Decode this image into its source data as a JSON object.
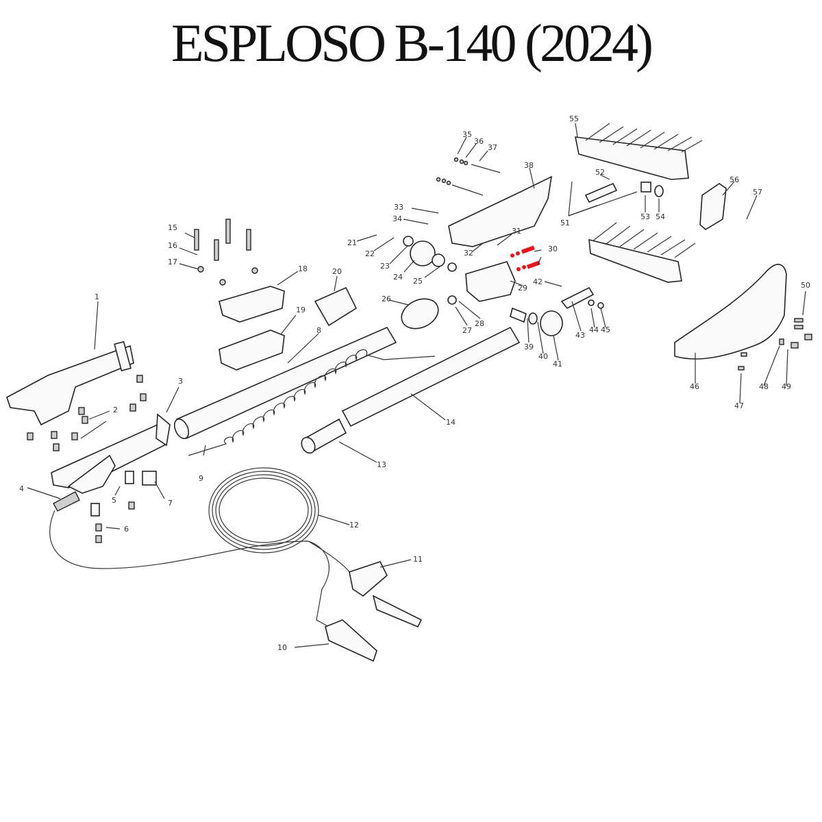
{
  "title": "ESPLOSO B-140 (2024)",
  "highlight_color": "#e8161d",
  "parts": [
    {
      "n": "1"
    },
    {
      "n": "2"
    },
    {
      "n": "3"
    },
    {
      "n": "4"
    },
    {
      "n": "5"
    },
    {
      "n": "6"
    },
    {
      "n": "7"
    },
    {
      "n": "8"
    },
    {
      "n": "9"
    },
    {
      "n": "10"
    },
    {
      "n": "11"
    },
    {
      "n": "12"
    },
    {
      "n": "13"
    },
    {
      "n": "14"
    },
    {
      "n": "15"
    },
    {
      "n": "16"
    },
    {
      "n": "17"
    },
    {
      "n": "18"
    },
    {
      "n": "19"
    },
    {
      "n": "20"
    },
    {
      "n": "21"
    },
    {
      "n": "22"
    },
    {
      "n": "23"
    },
    {
      "n": "24"
    },
    {
      "n": "25"
    },
    {
      "n": "26"
    },
    {
      "n": "27"
    },
    {
      "n": "28"
    },
    {
      "n": "29"
    },
    {
      "n": "30"
    },
    {
      "n": "31"
    },
    {
      "n": "32"
    },
    {
      "n": "33"
    },
    {
      "n": "34"
    },
    {
      "n": "35"
    },
    {
      "n": "36"
    },
    {
      "n": "37"
    },
    {
      "n": "38"
    },
    {
      "n": "39"
    },
    {
      "n": "40"
    },
    {
      "n": "41"
    },
    {
      "n": "42"
    },
    {
      "n": "43"
    },
    {
      "n": "44"
    },
    {
      "n": "45"
    },
    {
      "n": "46"
    },
    {
      "n": "47"
    },
    {
      "n": "48"
    },
    {
      "n": "49"
    },
    {
      "n": "50"
    },
    {
      "n": "51"
    },
    {
      "n": "52"
    },
    {
      "n": "53"
    },
    {
      "n": "54"
    },
    {
      "n": "55"
    },
    {
      "n": "56"
    },
    {
      "n": "57"
    }
  ]
}
